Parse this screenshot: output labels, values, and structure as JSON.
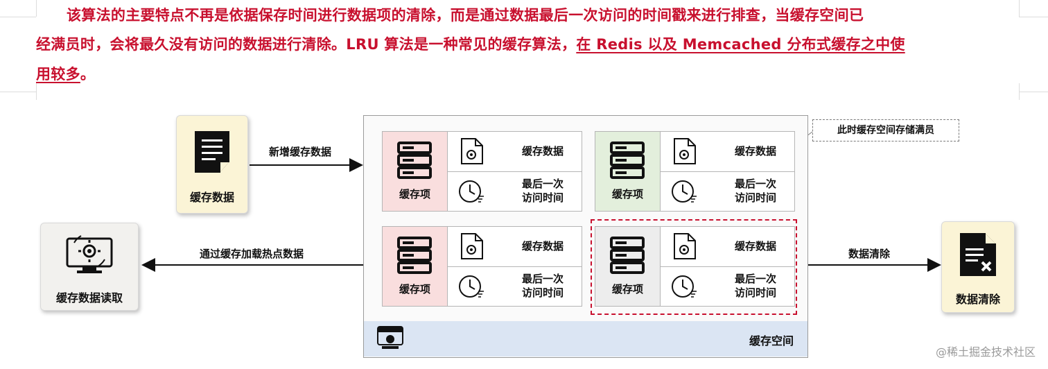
{
  "paragraph": {
    "line1": "该算法的主要特点不再是依据保存时间进行数据项的清除，而是通过数据最后一次访问的时间戳来进行排查，当缓存空间已",
    "line2a": "经满员时，会将最久没有访问的数据进行清除。LRU 算法是一种常见的缓存算法，",
    "line2b": "在 Redis 以及 Memcached 分布式缓存之中使",
    "line3a": "用较多",
    "line3b": "。"
  },
  "diagram": {
    "source_card": "缓存数据",
    "arrow_in_label": "新增缓存数据",
    "reader_card": "缓存数据读取",
    "arrow_read_label": "通过缓存加载热点数据",
    "clear_card": "数据清除",
    "arrow_out_label": "数据清除",
    "callout": "此时缓存空间存储满员",
    "space_label": "缓存空间",
    "items": [
      {
        "name": "缓存项",
        "data": "缓存数据",
        "time_line1": "最后一次",
        "time_line2": "访问时间",
        "color": "#f9dede"
      },
      {
        "name": "缓存项",
        "data": "缓存数据",
        "time_line1": "最后一次",
        "time_line2": "访问时间",
        "color": "#e3efdc"
      },
      {
        "name": "缓存项",
        "data": "缓存数据",
        "time_line1": "最后一次",
        "time_line2": "访问时间",
        "color": "#f9dede"
      },
      {
        "name": "缓存项",
        "data": "缓存数据",
        "time_line1": "最后一次",
        "time_line2": "访问时间",
        "color": "#ededed"
      }
    ]
  },
  "watermark": "@稀土掘金技术社区",
  "colors": {
    "text_red": "#c8102e",
    "card_yellow": "#fbf4d6",
    "card_gray": "#f2f1ee",
    "space_blue": "#dbe5f3",
    "highlight_dash": "#c8102e"
  }
}
